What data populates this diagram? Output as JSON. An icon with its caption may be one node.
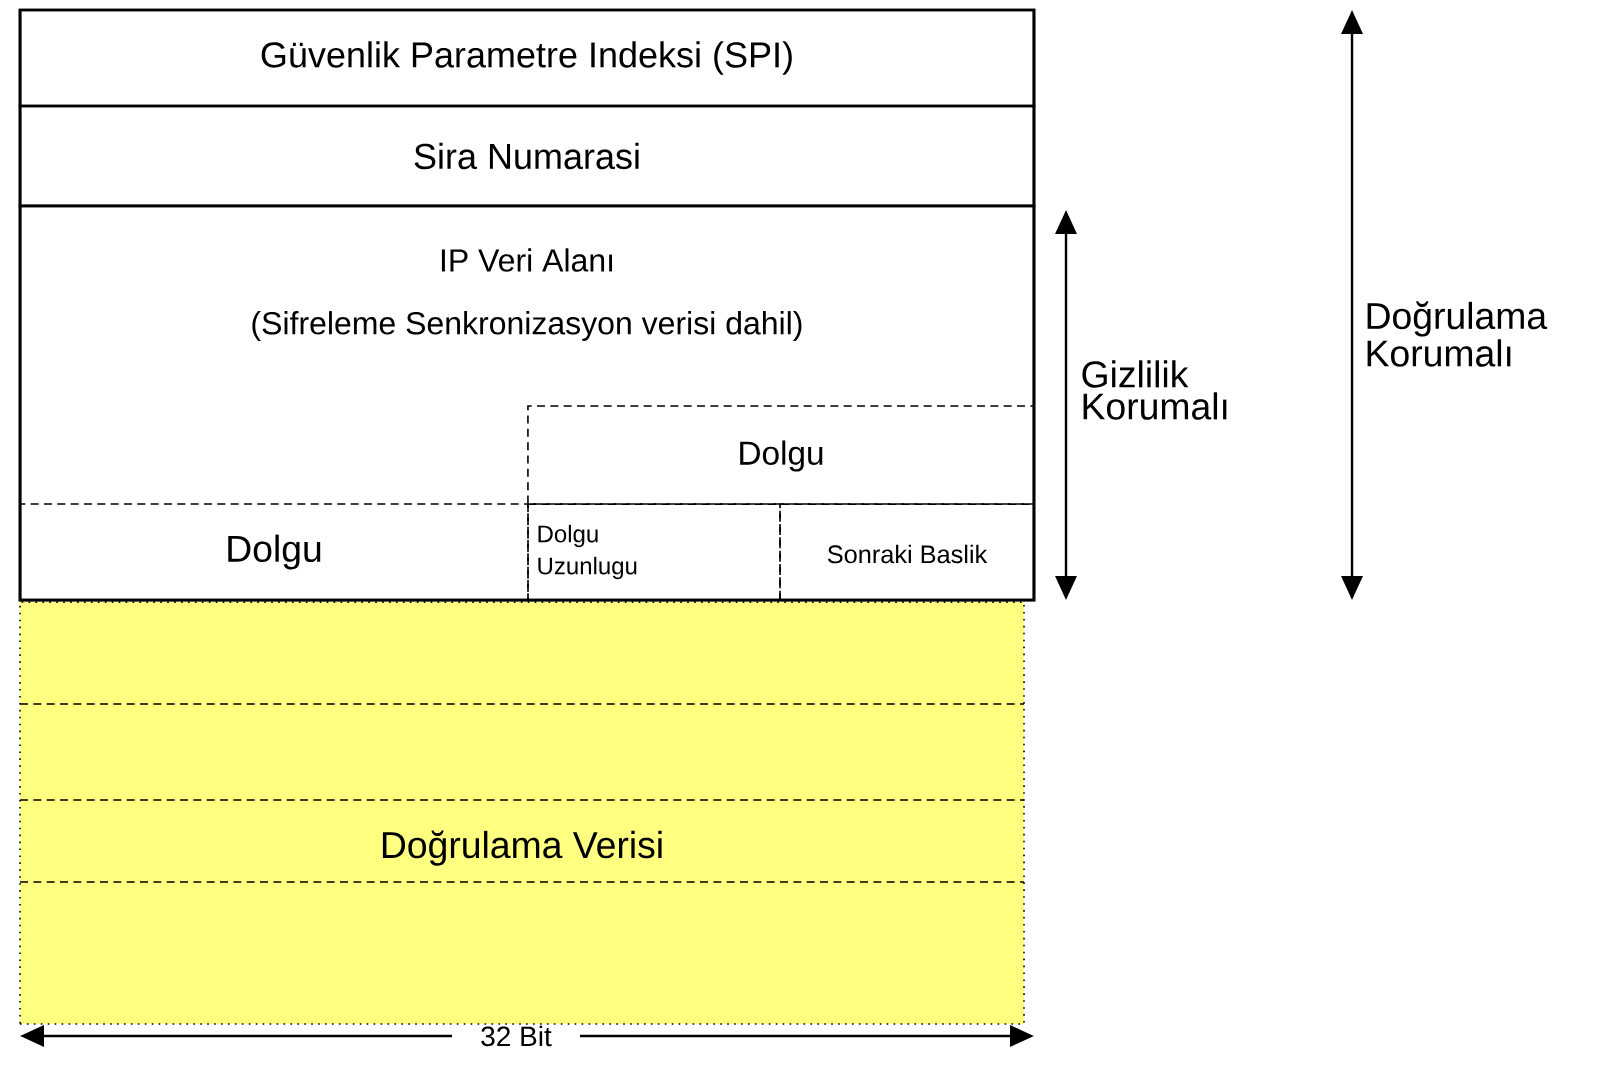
{
  "diagram": {
    "nodes": [
      {
        "text": [
          "Güvenlik Parametre Indeksi (SPI)"
        ]
      },
      {
        "text": [
          "Sira Numarasi"
        ]
      },
      {
        "text": [
          "IP Veri Alanı",
          "(Sifreleme Senkronizasyon verisi dahil)"
        ]
      },
      {
        "text": [
          "Dolgu"
        ],
        "in": 2
      },
      {
        "text": [
          "Dolgu"
        ],
        "in": 2
      },
      {
        "text": [
          "Dolgu Uzunlugu"
        ],
        "in": 2
      },
      {
        "text": [
          "Sonraki Baslik"
        ],
        "in": 2
      },
      {
        "text": [
          "Doğrulama Verisi"
        ]
      }
    ],
    "labels": [
      "Gizlilik Korumalı",
      "Doğrulama Korumalı",
      "32 Bit"
    ]
  }
}
